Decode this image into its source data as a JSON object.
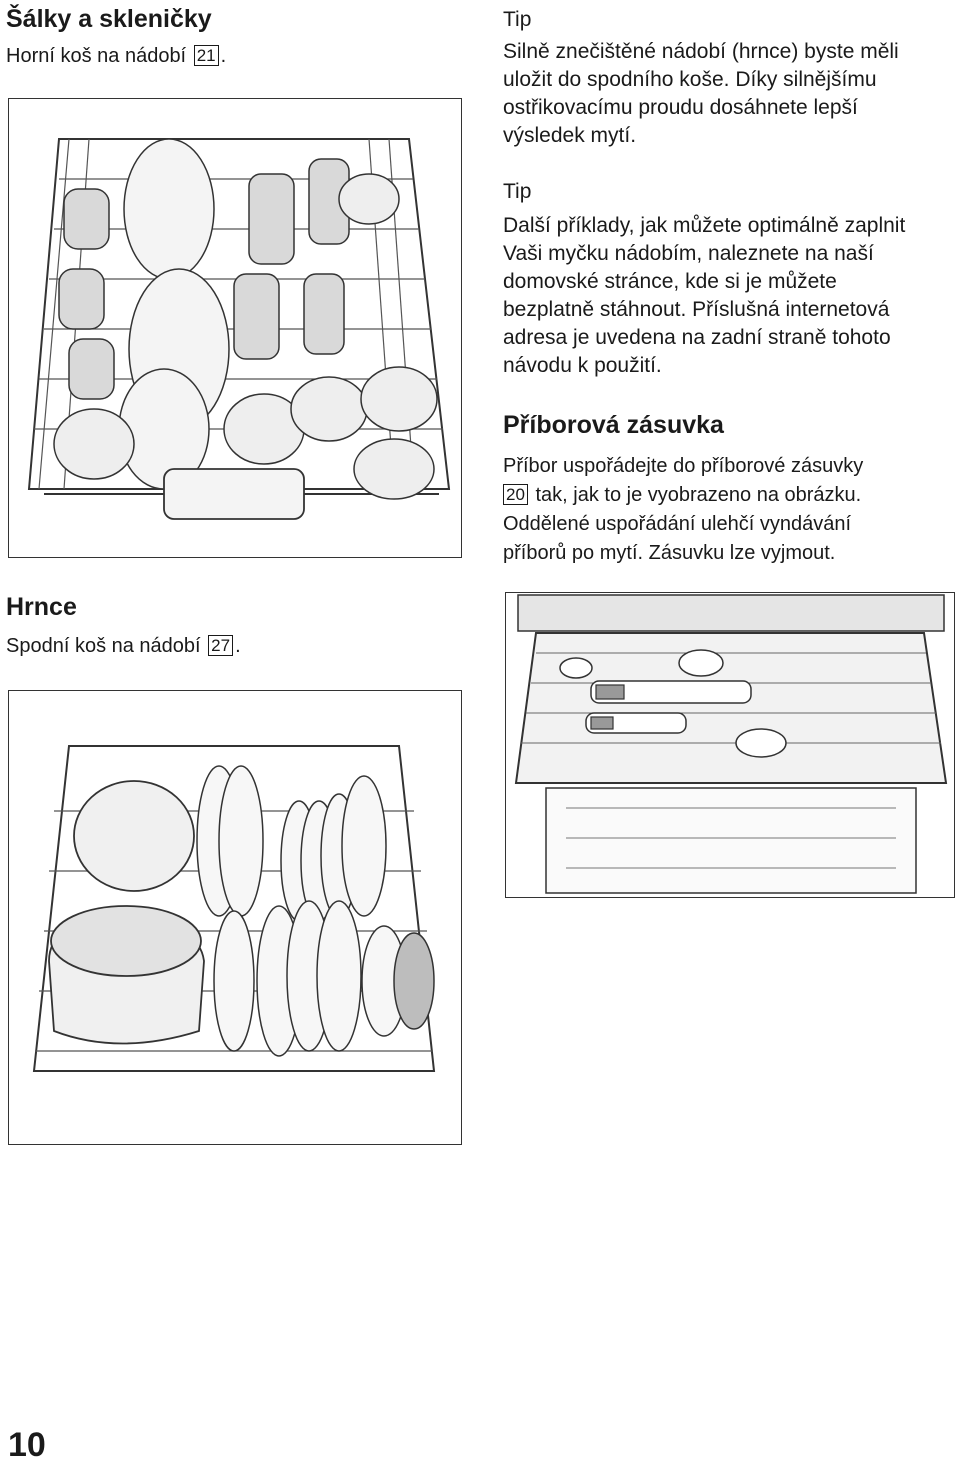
{
  "left": {
    "cups_title": "Šálky a skleničky",
    "cups_text_pre": "Horní koš na nádobí",
    "cups_ref": "21",
    "cups_text_post": ".",
    "pots_title": "Hrnce",
    "pots_text_pre": "Spodní koš na nádobí",
    "pots_ref": "27",
    "pots_text_post": "."
  },
  "right": {
    "tip1_label": "Tip",
    "tip1_lines": [
      "Silně znečištěné nádobí (hrnce) byste měli",
      "uložit do spodního koše. Díky silnějšímu",
      "ostřikovacímu proudu dosáhnete lepší",
      "výsledek mytí."
    ],
    "tip2_label": "Tip",
    "tip2_lines": [
      "Další příklady, jak můžete optimálně zaplnit",
      "Vaši myčku nádobím, naleznete na naší",
      "domovské stránce, kde si je můžete",
      "bezplatně stáhnout. Příslušná internetová",
      "adresa je uvedena na zadní straně tohoto",
      "návodu k použití."
    ],
    "drawer_title": "Příborová zásuvka",
    "drawer_line1": "Příbor uspořádejte do příborové zásuvky",
    "drawer_ref": "20",
    "drawer_line2_post": " tak, jak to je vyobrazeno na obrázku.",
    "drawer_line3": "Oddělené uspořádání ulehčí vyndávání",
    "drawer_line4": "příborů po mytí. Zásuvku lze vyjmout."
  },
  "page_number": "10"
}
